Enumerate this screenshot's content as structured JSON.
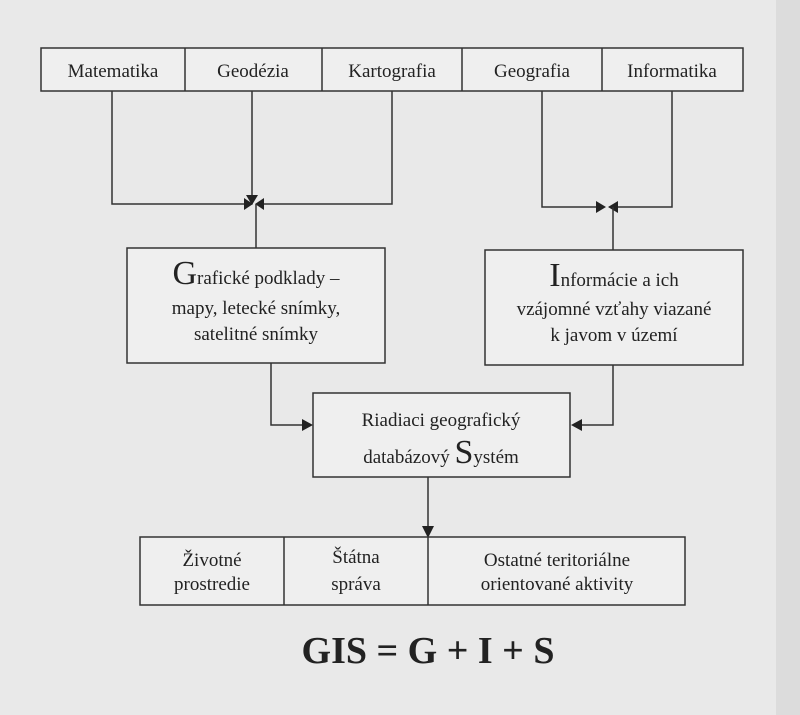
{
  "disciplines": [
    "Matematika",
    "Geodézia",
    "Kartografia",
    "Geografia",
    "Informatika"
  ],
  "graphics_box": {
    "initial": "G",
    "line1_rest": "rafické podklady –",
    "line2": "mapy, letecké snímky,",
    "line3": "satelitné snímky"
  },
  "info_box": {
    "initial": "I",
    "line1_rest": "nformácie a ich",
    "line2": "vzájomné vzťahy viazané",
    "line3": "k javom v území"
  },
  "system_box": {
    "line1": "Riadiaci geografický",
    "line2_pre": "databázový ",
    "initial": "S",
    "line2_rest": "ystém"
  },
  "applications": {
    "a1": [
      "Životné",
      "prostredie"
    ],
    "a2": [
      "Štátna",
      "správa"
    ],
    "a3": [
      "Ostatné teritoriálne",
      "orientované aktivity"
    ]
  },
  "formula": "GIS = G + I + S"
}
